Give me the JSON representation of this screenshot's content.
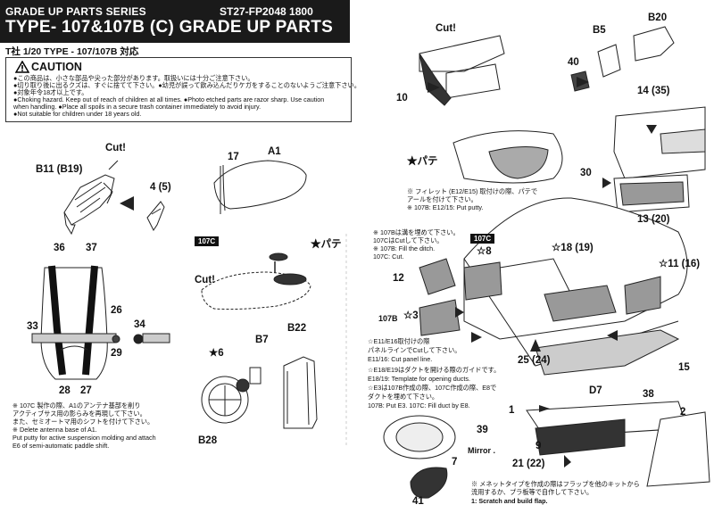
{
  "header": {
    "series": "GRADE UP PARTS SERIES",
    "code": "ST27-FP2048   1800",
    "title": "TYPE- 107&107B (C)  GRADE UP PARTS",
    "subtitle": "T社 1/20 TYPE - 107/107B 対応"
  },
  "caution": {
    "label": "CAUTION",
    "lines": [
      "●この商品は、小さな部品や尖った部分があります。取扱いには十分ご注意下さい。",
      "●切り取り後に出るクズは、すぐに捨てて下さい。●幼児が誤って飲み込んだりケガをすることのないようご注意下さい。",
      "●対象年令18才以上です。",
      "●Choking hazard. Keep out of reach of children at all times. ●Photo etched parts are razor sharp. Use caution",
      "  when handling.  ●Place all spoils in a secure trash container immediately to avoid injury.",
      "●Not suitable for children under 18 years old."
    ]
  },
  "labels": {
    "b11": "B11 (B19)",
    "cut1": "Cut!",
    "p45": "4 (5)",
    "p17": "17",
    "a1": "A1",
    "p36": "36",
    "p37": "37",
    "p33": "33",
    "p26": "26",
    "p34": "34",
    "p29": "29",
    "p28": "28",
    "p27": "27",
    "badge107c": "107C",
    "star_pate": "★パテ",
    "cut2": "Cut!",
    "b22": "B22",
    "b7": "B7",
    "star6": "★6",
    "b28": "B28",
    "cut3": "Cut!",
    "p10": "10",
    "b5": "B5",
    "b20": "B20",
    "p40": "40",
    "p14": "14 (35)",
    "pate2": "★パテ",
    "p30": "30",
    "p13": "13 (20)",
    "p12": "12",
    "badge107c2": "107C",
    "s8": "☆8",
    "s18": "☆18 (19)",
    "s11": "☆11 (16)",
    "b107": "107B",
    "s3": "☆3",
    "p25": "25 (24)",
    "p15": "15",
    "d7": "D7",
    "p38": "38",
    "p1": "1",
    "p2": "2",
    "p39": "39",
    "mirror": "Mirror .",
    "p9": "9",
    "p21": "21 (22)",
    "p7": "7",
    "p41": "41"
  },
  "notes": {
    "n107c": [
      "※ 107C 製作の際、A1のアンテナ基部を削り",
      "   アクティブサス用の影らみを再現して下さい。",
      "   また、セミオートマ用のシフトを付けて下さい。",
      "※ Delete antenna base of A1.",
      "   Put putty for active suspension molding and attach",
      "   E6 of semi-automatic paddle shift."
    ],
    "fillet": [
      "※ フィレット (E12/E15) 取付けの際、パテで",
      "   アールを付けて下さい。",
      "※ 107B:  E12/15: Put putty."
    ],
    "ditch": [
      "※ 107Bは溝を埋めて下さい。",
      "   107CはCutして下さい。",
      "※ 107B: Fill the ditch.",
      "   107C: Cut."
    ],
    "panel": [
      "☆E11/E16取付けの際",
      "   パネルラインでCutして下さい。",
      "   E11/16: Cut panel line.",
      "☆E18/E19はダクトを開ける際のガイドです。",
      "   E18/19: Template for opening ducts.",
      "☆E3は107B作成の際、107C作成の際、E8で",
      "   ダクトを埋めて下さい。",
      "107B: Put E3.      107C: Fill duct by E8."
    ],
    "flap": [
      "※ メネットタイプを作成の際はフラップを他のキットから",
      "   流用するか、プラ板等で自作して下さい。",
      "1: Scratch and build flap."
    ]
  }
}
